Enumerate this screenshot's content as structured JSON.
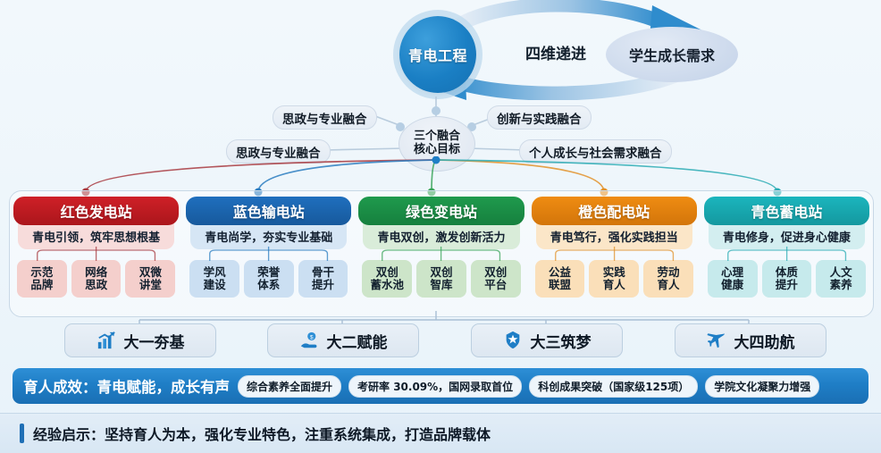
{
  "top": {
    "core_label": "青电工程",
    "cycle_label": "四维递进",
    "need_label": "学生成长需求"
  },
  "mindmap": {
    "hub_line1": "三个融合",
    "hub_line2": "核心目标",
    "pill_top_left": "思政与专业融合",
    "pill_top_right": "创新与实践融合",
    "pill_mid_left": "思政与专业融合",
    "pill_mid_right": "个人成长与社会需求融合"
  },
  "stations": [
    {
      "title": "红色发电站",
      "slogan": "青电引领，筑牢思想根基",
      "head_color": "#cf2027",
      "head_color2": "#ab161c",
      "sub_bg": "#f7dcdb",
      "item_bg": "#f4cfcc",
      "line_color": "#a8393f",
      "items": [
        {
          "l1": "示范",
          "l2": "品牌"
        },
        {
          "l1": "网络",
          "l2": "思政"
        },
        {
          "l1": "双微",
          "l2": "讲堂"
        }
      ]
    },
    {
      "title": "蓝色输电站",
      "slogan": "青电尚学，夯实专业基础",
      "head_color": "#1f6fbe",
      "head_color2": "#17599c",
      "sub_bg": "#d6e6f5",
      "item_bg": "#cbdff2",
      "line_color": "#2a7cc0",
      "items": [
        {
          "l1": "学风",
          "l2": "建设"
        },
        {
          "l1": "荣誉",
          "l2": "体系"
        },
        {
          "l1": "骨干",
          "l2": "提升"
        }
      ]
    },
    {
      "title": "绿色变电站",
      "slogan": "青电双创，激发创新活力",
      "head_color": "#1f9a4d",
      "head_color2": "#16803e",
      "sub_bg": "#d9ecd9",
      "item_bg": "#cde5c9",
      "line_color": "#3aa45a",
      "items": [
        {
          "l1": "双创",
          "l2": "蓄水池"
        },
        {
          "l1": "双创",
          "l2": "智库"
        },
        {
          "l1": "双创",
          "l2": "平台"
        }
      ]
    },
    {
      "title": "橙色配电站",
      "slogan": "青电笃行，强化实践担当",
      "head_color": "#ef8c12",
      "head_color2": "#d3750a",
      "sub_bg": "#fbe6c8",
      "item_bg": "#fadfb9",
      "line_color": "#e2922a",
      "items": [
        {
          "l1": "公益",
          "l2": "联盟"
        },
        {
          "l1": "实践",
          "l2": "育人"
        },
        {
          "l1": "劳动",
          "l2": "育人"
        }
      ]
    },
    {
      "title": "青色蓄电站",
      "slogan": "青电修身，促进身心健康",
      "head_color": "#1bb5bd",
      "head_color2": "#14989f",
      "sub_bg": "#d3eef0",
      "item_bg": "#c6eaec",
      "line_color": "#2bacb4",
      "items": [
        {
          "l1": "心理",
          "l2": "健康"
        },
        {
          "l1": "体质",
          "l2": "提升"
        },
        {
          "l1": "人文",
          "l2": "素养"
        }
      ]
    }
  ],
  "years": [
    {
      "label": "大一夯基",
      "icon": "bar-chart-growth-icon"
    },
    {
      "label": "大二赋能",
      "icon": "hand-coin-icon"
    },
    {
      "label": "大三筑梦",
      "icon": "medal-badge-icon"
    },
    {
      "label": "大四助航",
      "icon": "airplane-icon"
    }
  ],
  "result": {
    "title": "育人成效：青电赋能，成长有声",
    "badges": [
      "综合素养全面提升",
      "考研率 30.09%，国网录取首位",
      "科创成果突破（国家级125项）",
      "学院文化凝聚力增强"
    ]
  },
  "lesson": {
    "text": "经验启示：坚持育人为本，强化专业特色，注重系统集成，打造品牌载体"
  },
  "colors": {
    "accent_blue": "#1f7ec6",
    "page_bg": "#eef6fb"
  }
}
